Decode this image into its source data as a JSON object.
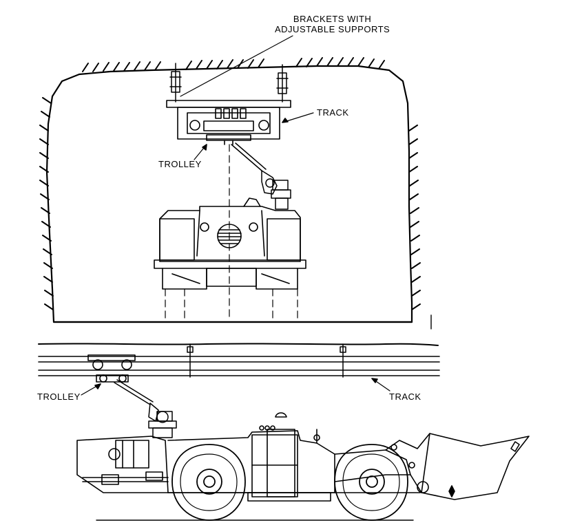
{
  "labels": {
    "brackets_line1": "BRACKETS WITH",
    "brackets_line2": "ADJUSTABLE SUPPORTS",
    "track_top": "TRACK",
    "trolley_top": "TROLLEY",
    "trolley_bottom": "TROLLEY",
    "track_bottom": "TRACK"
  },
  "colors": {
    "ink": "#000000",
    "paper": "#ffffff"
  }
}
